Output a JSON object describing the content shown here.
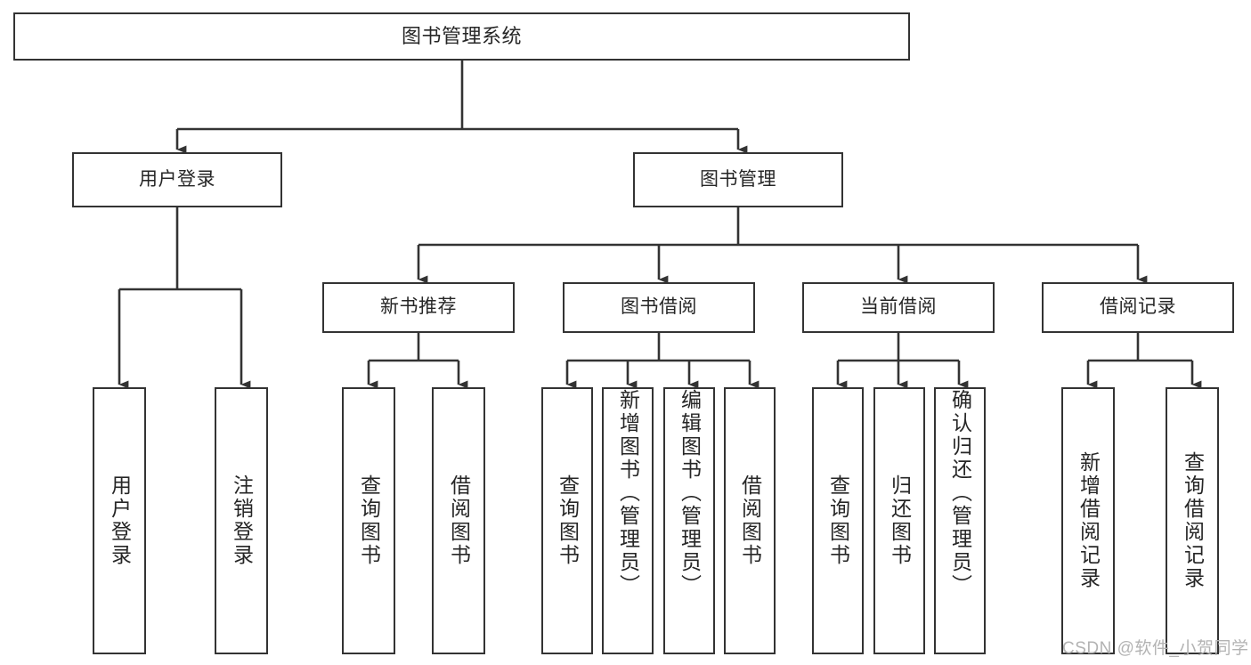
{
  "diagram": {
    "type": "tree-hierarchy",
    "title": "图书管理系统",
    "orientation": "top-down",
    "colors": {
      "node_border": "#333333",
      "node_fill": "#ffffff",
      "edge": "#333333",
      "text": "#262626",
      "background": "#ffffff",
      "watermark": "#b3b3b3"
    },
    "root": {
      "label": "图书管理系统"
    },
    "level2": [
      {
        "label": "用户登录"
      },
      {
        "label": "图书管理"
      }
    ],
    "level3": [
      {
        "label": "新书推荐"
      },
      {
        "label": "图书借阅"
      },
      {
        "label": "当前借阅"
      },
      {
        "label": "借阅记录"
      }
    ],
    "leaves": {
      "user_login": [
        {
          "label": "用户登录"
        },
        {
          "label": "注销登录"
        }
      ],
      "new_book_recommend": [
        {
          "label": "查询图书"
        },
        {
          "label": "借阅图书"
        }
      ],
      "book_borrow": [
        {
          "label": "查询图书"
        },
        {
          "label": "新增图书（管理员）"
        },
        {
          "label": "编辑图书（管理员）"
        },
        {
          "label": "借阅图书"
        }
      ],
      "current_borrow": [
        {
          "label": "查询图书"
        },
        {
          "label": "归还图书"
        },
        {
          "label": "确认归还（管理员）"
        }
      ],
      "borrow_record": [
        {
          "label": "新增借阅记录"
        },
        {
          "label": "查询借阅记录"
        }
      ]
    }
  },
  "watermark": {
    "text": "CSDN @软件_小贺同学"
  }
}
